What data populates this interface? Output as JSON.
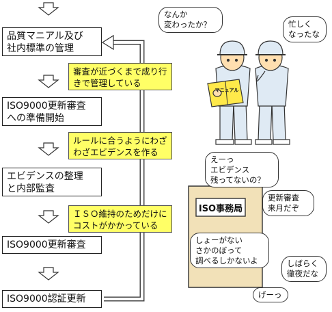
{
  "flow": {
    "step1": [
      "品質マニアル及び",
      "社内標準の管理"
    ],
    "step2": [
      "ISO9000更新審査",
      "への準備開始"
    ],
    "step3": [
      "エビデンスの整理",
      "と内部監査"
    ],
    "step4": [
      "ISO9000更新審査"
    ],
    "step5": [
      "ISO9000認証更新"
    ]
  },
  "notes": {
    "note1": [
      "審査が近づくまで成り行",
      "きで管理している"
    ],
    "note2": [
      "ルールに合うようにわざ",
      "わざエビデンスを作る"
    ],
    "note3": [
      "ＩＳＯ維持のためだけに",
      "コストがかかっている"
    ]
  },
  "bubbles": {
    "b1": [
      "なんか",
      "変わったか？"
    ],
    "b2": [
      "忙しく",
      "なったな"
    ],
    "b3": [
      "えーっ",
      "エビデンス",
      "残ってないの？"
    ],
    "b4": [
      "更新審査",
      "来月だぞ"
    ],
    "b5": [
      "しょーがない",
      "さかのぼって",
      "調べるしかないよ"
    ],
    "b6": [
      "しばらく",
      "徹夜だな"
    ],
    "b7": [
      "げーっ"
    ]
  },
  "signs": {
    "door_sign": "ISO事務局",
    "manual_label": "マニュアル"
  },
  "colors": {
    "note_yellow": "#ffff66",
    "uniform": "#dfeaf4",
    "skin": "#ffdfb0",
    "door": "#f2e1b8",
    "manual": "#ffe94a"
  }
}
